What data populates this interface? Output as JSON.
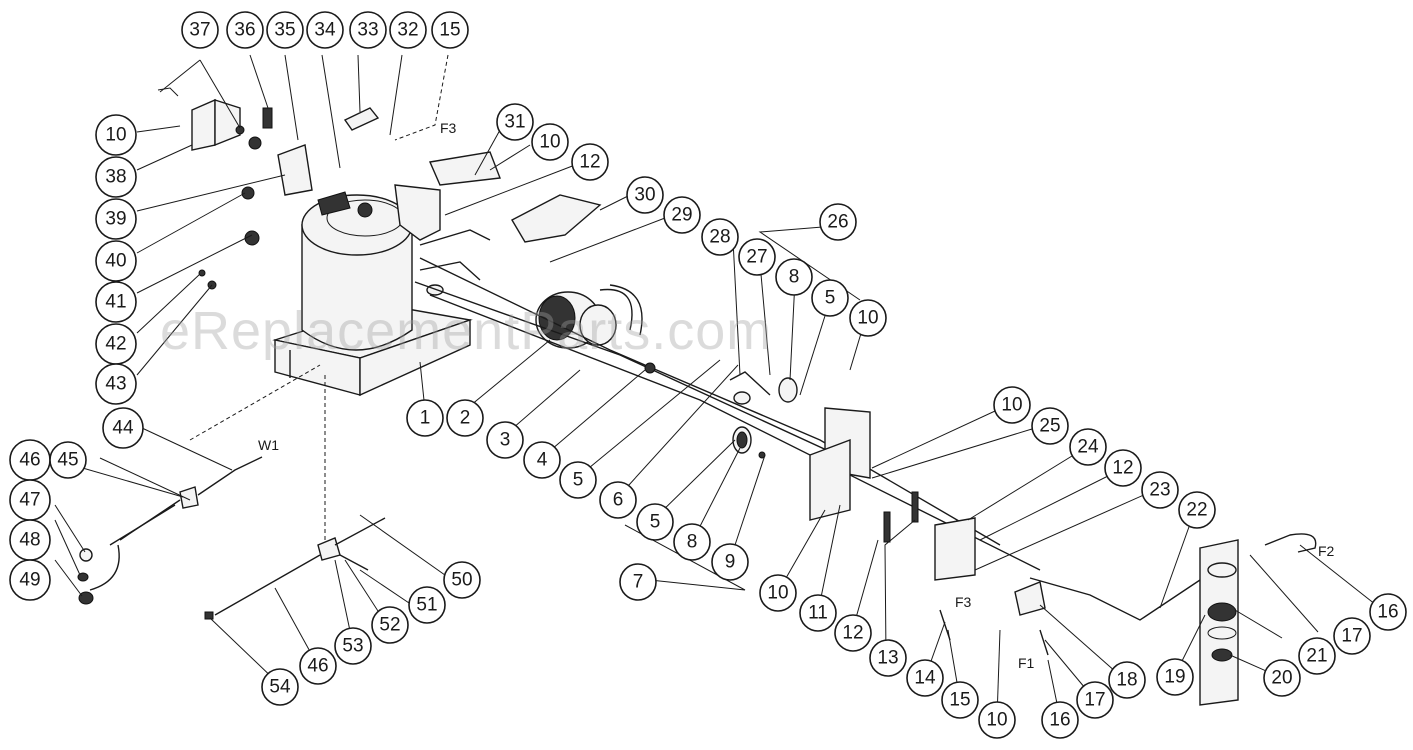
{
  "watermark": "eReplacementParts.com",
  "wire_labels": [
    "F3",
    "F3",
    "F2",
    "F1",
    "W1"
  ],
  "callouts": [
    "37",
    "36",
    "35",
    "34",
    "33",
    "32",
    "15",
    "10",
    "31",
    "10",
    "12",
    "38",
    "39",
    "40",
    "41",
    "42",
    "43",
    "30",
    "29",
    "28",
    "27",
    "26",
    "8",
    "5",
    "10",
    "1",
    "2",
    "3",
    "4",
    "5",
    "6",
    "5",
    "8",
    "9",
    "7",
    "44",
    "46",
    "45",
    "47",
    "48",
    "49",
    "50",
    "51",
    "52",
    "53",
    "46",
    "54",
    "10",
    "25",
    "24",
    "12",
    "23",
    "22",
    "10",
    "11",
    "12",
    "13",
    "14",
    "15",
    "10",
    "16",
    "17",
    "18",
    "19",
    "21",
    "17",
    "16",
    "20"
  ]
}
